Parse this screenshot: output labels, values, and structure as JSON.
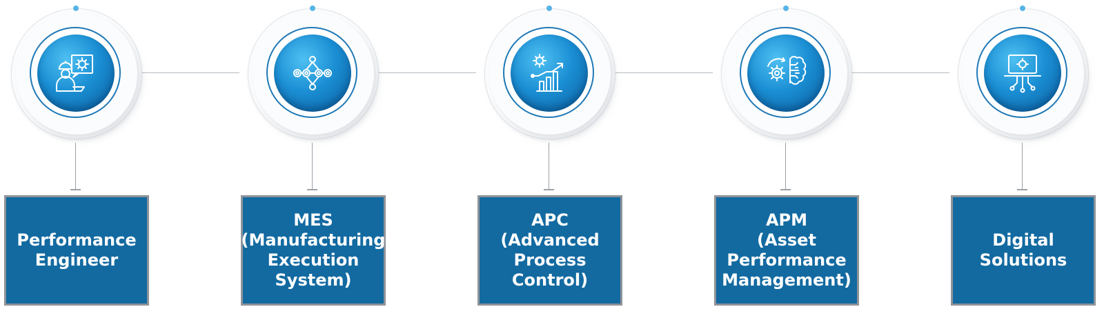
{
  "colors": {
    "box_fill": "#136aa1",
    "box_border": "#8e9399",
    "icon_core": "#1b8fd4",
    "ring_outline": "#1e78b6",
    "dot": "#56b4e6"
  },
  "nodes": [
    {
      "icon": "engineer-gear-icon",
      "label": "Performance\nEngineer"
    },
    {
      "icon": "gears-network-icon",
      "label": "MES\n(Manufacturing\nExecution\nSystem)"
    },
    {
      "icon": "gear-growth-chart-icon",
      "label": "APC\n(Advanced\nProcess\nControl)"
    },
    {
      "icon": "gear-brain-icon",
      "label": "APM\n(Asset\nPerformance\nManagement)"
    },
    {
      "icon": "digital-monitor-circuit-icon",
      "label": "Digital\nSolutions"
    }
  ]
}
